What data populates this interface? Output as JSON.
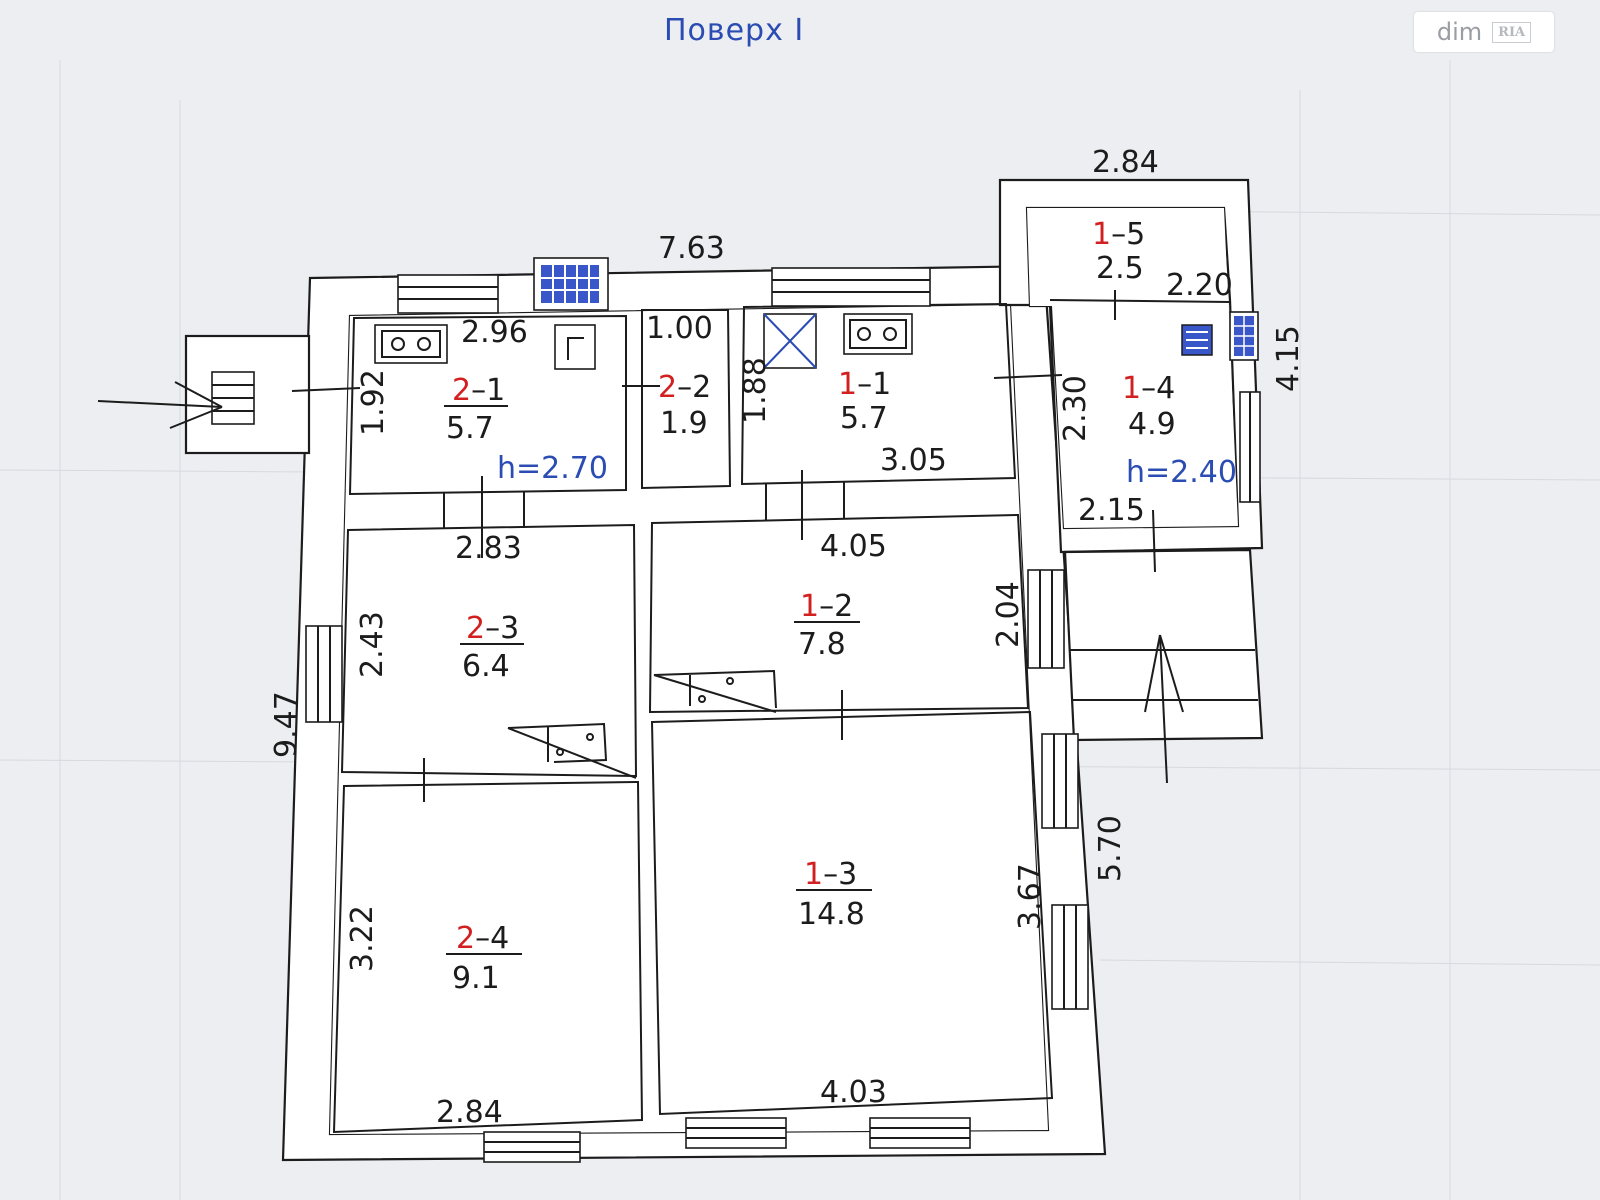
{
  "title": "Поверх I",
  "watermark": {
    "brand": "dim",
    "badge": "RIA"
  },
  "colors": {
    "room_number_red": "#d21f1f",
    "blue_text": "#2b4cb3",
    "line": "#1c1c1c"
  },
  "dimensions": {
    "top_overall": "7.63",
    "annex_top": "2.84",
    "left_overall": "9.47",
    "right_lower": "5.70",
    "annex_right": "4.15",
    "d_2_1_width": "2.96",
    "d_2_1_height": "1.92",
    "d_2_2_width": "1.00",
    "d_1_1_height": "1.88",
    "d_1_1_width": "3.05",
    "d_1_4_height": "2.30",
    "d_1_5_width": "2.20",
    "d_1_4_width": "2.15",
    "d_2_3_width": "2.83",
    "d_2_3_height": "2.43",
    "d_1_2_width": "4.05",
    "d_1_2_height": "2.04",
    "d_1_3_height": "3.67",
    "d_2_4_height": "3.22",
    "d_2_4_width": "2.84",
    "d_1_3_width": "4.03"
  },
  "rooms": [
    {
      "id_prefix": "2",
      "id_suffix": "–1",
      "area": "5.7"
    },
    {
      "id_prefix": "2",
      "id_suffix": "–2",
      "area": "1.9"
    },
    {
      "id_prefix": "1",
      "id_suffix": "–1",
      "area": "5.7"
    },
    {
      "id_prefix": "1",
      "id_suffix": "–4",
      "area": "4.9"
    },
    {
      "id_prefix": "1",
      "id_suffix": "–5",
      "area": "2.5"
    },
    {
      "id_prefix": "2",
      "id_suffix": "–3",
      "area": "6.4"
    },
    {
      "id_prefix": "1",
      "id_suffix": "–2",
      "area": "7.8"
    },
    {
      "id_prefix": "2",
      "id_suffix": "–4",
      "area": "9.1"
    },
    {
      "id_prefix": "1",
      "id_suffix": "–3",
      "area": "14.8"
    }
  ],
  "heights": {
    "left_unit": "h=2.70",
    "right_unit": "h=2.40"
  }
}
